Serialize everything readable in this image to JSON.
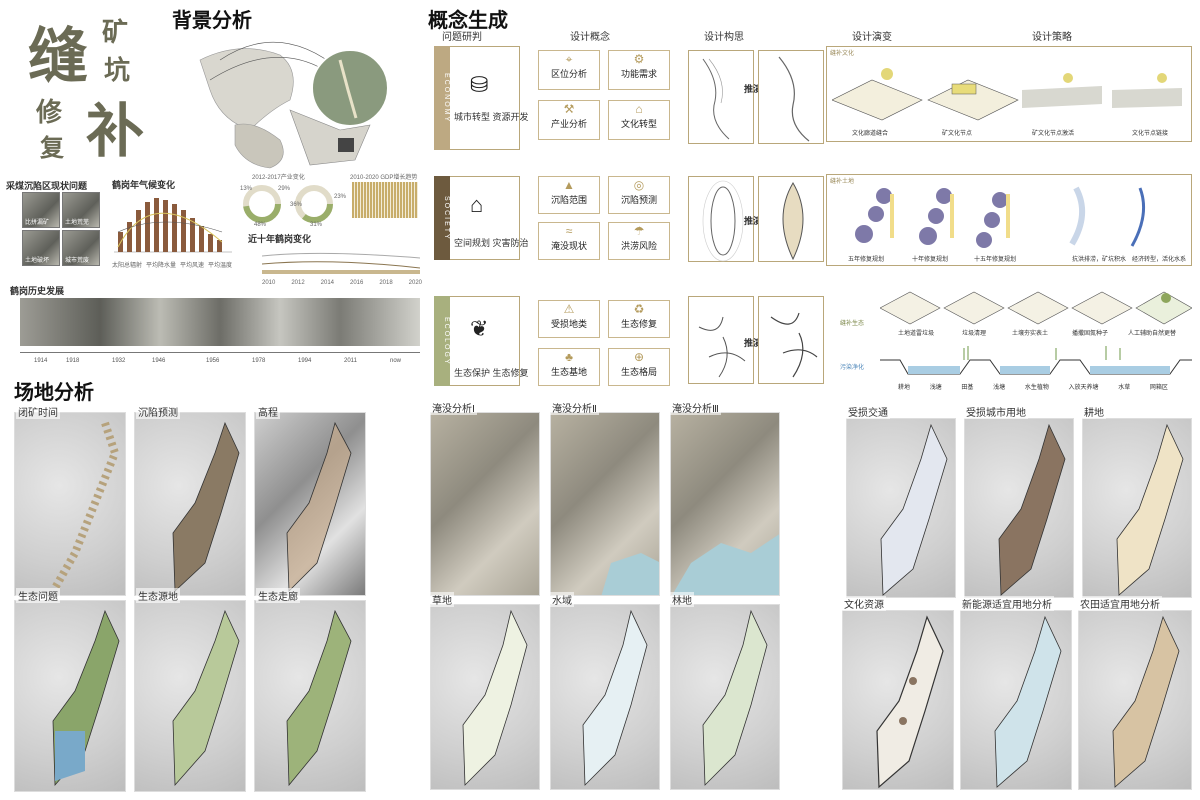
{
  "brand": {
    "chars": [
      "缝",
      "矿",
      "坑",
      "修",
      "补",
      "复"
    ]
  },
  "background": {
    "title": "背景分析",
    "pie_header1": "2012-2017产业变化",
    "pie_header2": "2010-2020 GDP增长趋势",
    "pct": [
      "13%",
      "29%",
      "36%",
      "48%",
      "31%",
      "23%"
    ],
    "subsidence_title": "采煤沉陷区现状问题",
    "photo_labels": [
      "比拼漏矿",
      "土地荒芜",
      "土地破坏",
      "城市荒废"
    ],
    "climate_title": "鹤岗年气候变化",
    "climate_legend": [
      "太阳总辐射",
      "平均降水量",
      "平均风速",
      "平均温度"
    ],
    "decade_title": "近十年鹤岗变化",
    "decade_years": [
      "2010",
      "2012",
      "2014",
      "2016",
      "2018",
      "2020"
    ],
    "history_title": "鹤岗历史发展",
    "history_years": [
      "1914",
      "1918",
      "1932",
      "1946",
      "1956",
      "1978",
      "1994",
      "2011",
      "now"
    ]
  },
  "concept": {
    "title": "概念生成",
    "columns": [
      "问题研判",
      "设计概念",
      "设计构思",
      "设计演变",
      "设计策略"
    ],
    "rows": [
      {
        "side": "ECONOMY",
        "main": "城市转型 资源开发",
        "cells": [
          "区位分析",
          "功能需求",
          "产业分析",
          "文化转型"
        ],
        "deduce": "推演",
        "strategy_tag": "缝补文化",
        "strategies": [
          "文化廊道缝合",
          "矿文化节点",
          "矿文化节点激活",
          "文化节点链接"
        ]
      },
      {
        "side": "SOCIETY",
        "main": "空间规划 灾害防治",
        "cells": [
          "沉陷范围",
          "沉陷预测",
          "淹没现状",
          "洪涝风险"
        ],
        "deduce": "推演",
        "strategy_tag": "缝补土地",
        "strategies": [
          "五年修复规划",
          "十年修复规划",
          "十五年修复规划",
          "抗洪排涝，矿坑积水",
          "经济转型，活化水系"
        ]
      },
      {
        "side": "ECOLOGY",
        "main": "生态保护 生态修复",
        "cells": [
          "受损地类",
          "生态修复",
          "生态基地",
          "生态格局"
        ],
        "deduce": "推演",
        "strategy_tag": "缝补生态",
        "strategy_tag2": "污染净化",
        "strategies": [
          "土地道雷垃圾",
          "垃圾清理",
          "土壤夯实表土",
          "播撒固氮种子",
          "人工辅助自然更替"
        ],
        "profile": [
          "耕地",
          "浅塘",
          "田基",
          "浅塘",
          "水生植物",
          "入放天养塘",
          "水草",
          "网箱区"
        ]
      }
    ]
  },
  "site": {
    "title": "场地分析",
    "group1": [
      "闭矿时间",
      "沉陷预测",
      "高程",
      "生态问题",
      "生态源地",
      "生态走廊"
    ],
    "group2": [
      "淹没分析Ⅰ",
      "淹没分析Ⅱ",
      "淹没分析Ⅲ",
      "草地",
      "水域",
      "林地"
    ],
    "group3": [
      "受损交通",
      "受损城市用地",
      "耕地",
      "文化资源",
      "新能源适宜用地分析",
      "农田适宜用地分析"
    ]
  }
}
